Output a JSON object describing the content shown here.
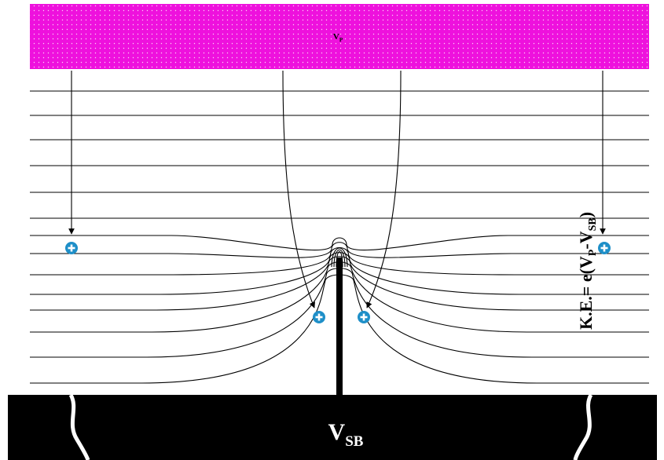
{
  "plate": {
    "label": "V",
    "label_sub": "P",
    "color": "#ee11dd",
    "dot_color": "#ffffff"
  },
  "base": {
    "label": "V",
    "label_sub": "SB",
    "color": "#000000",
    "text_color": "#ffffff"
  },
  "energy_label": {
    "prefix": "K.E.= e(V",
    "sub1": "P",
    "middle": "-V",
    "sub2": "SB",
    "suffix": ")"
  },
  "ion": {
    "symbol": "+",
    "color": "#1e8fc8"
  },
  "line_color": "#000000"
}
